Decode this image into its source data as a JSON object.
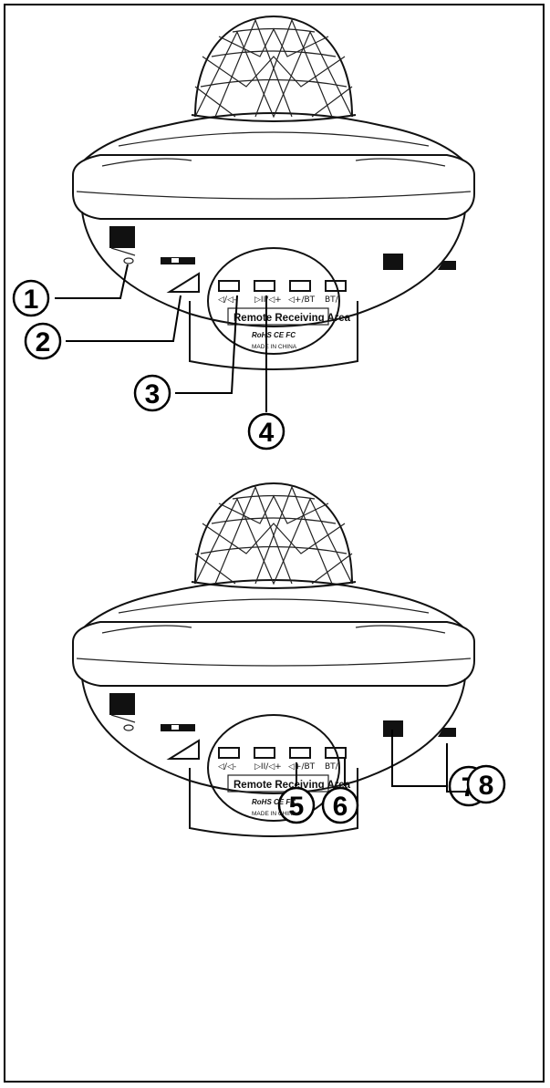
{
  "figure": {
    "remote_area_label": "Remote Receiving Area",
    "cert_text": "RoHS CE FC",
    "made_in": "MADE IN CHINA",
    "buttons": {
      "b1": "◁/◁-",
      "b2": "▷II/◁+",
      "b3": "◁+/BT",
      "b4": "BT/"
    },
    "callouts": [
      "1",
      "2",
      "3",
      "4",
      "5",
      "6",
      "7",
      "8"
    ]
  }
}
